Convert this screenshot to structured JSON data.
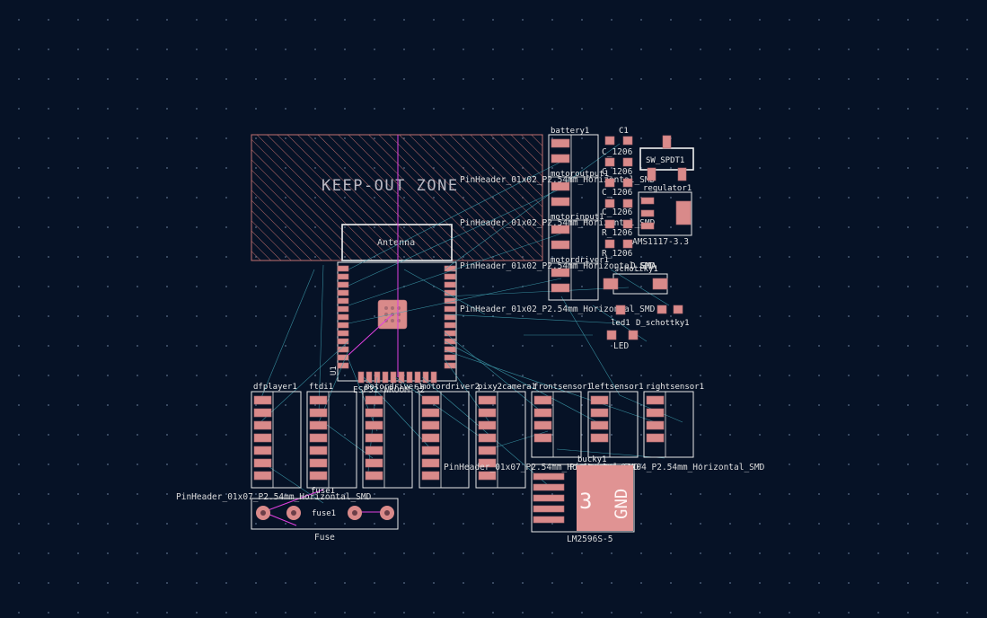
{
  "colors": {
    "background": "#061226",
    "pad": "#d98a8a",
    "silkscreen": "#e8e8e8",
    "ratsnest": "#3fa0b0",
    "trace": "#e040e0",
    "keepout": "#c07070"
  },
  "keepout": {
    "label": "KEEP-OUT ZONE"
  },
  "antenna": {
    "label": "Antenna"
  },
  "u1": {
    "ref": "U1",
    "value": "ESP32-WROOM-32"
  },
  "battery1": {
    "ref": "battery1"
  },
  "motorinput": {
    "ref": "motorinput1"
  },
  "motoroutput": {
    "ref": "motoroutput1"
  },
  "motordriver": {
    "ref": "motordriver1"
  },
  "pinheader_labels": [
    "PinHeader_01x02_P2.54mm_Horizontal_SMD",
    "PinHeader_01x02_P2.54mm_Horizontal_SMD",
    "PinHeader_01x02_P2.54mm_Horizontal_SMD",
    "PinHeader_01x02_P2.54mm_Horizontal_SMD"
  ],
  "c1": {
    "ref": "C1",
    "value": "C_1206"
  },
  "caps": [
    "C_1206",
    "C_1206",
    "C_1206",
    "C_1206"
  ],
  "resistors": [
    "R_1206",
    "R_1206"
  ],
  "sw": {
    "ref": "SW_SPDT1"
  },
  "regulator": {
    "ref": "regulator1",
    "value": "AMS1117-3.3"
  },
  "schottky": {
    "ref": "schottky1",
    "value": "D_SMA"
  },
  "d_schottky": {
    "ref": "D_schottky1"
  },
  "led": {
    "ref": "led1",
    "value": "LED"
  },
  "headers_row": [
    {
      "ref": "dfplayer1"
    },
    {
      "ref": "ftdi1"
    },
    {
      "ref": "motordriver1"
    },
    {
      "ref": "motordriver2"
    },
    {
      "ref": "pixy2camera1"
    },
    {
      "ref": "frontsensor1"
    },
    {
      "ref": "leftsensor1"
    },
    {
      "ref": "rightsensor1"
    }
  ],
  "bottom_values": {
    "left": "PinHeader_01x07_P2.54mm_Horizontal_SMD",
    "mid": "PinHeader_01x07_P2.54mm_Horizontal_SMD",
    "right": "PinHeader_01x04_P2.54mm_Horizontal_SMD"
  },
  "fuse": {
    "ref": "fuse1",
    "value": "Fuse",
    "inner": "fuse1"
  },
  "bucky": {
    "ref": "bucky1",
    "value": "LM2596S-5",
    "pad_num": "3",
    "pad_net": "GND"
  }
}
